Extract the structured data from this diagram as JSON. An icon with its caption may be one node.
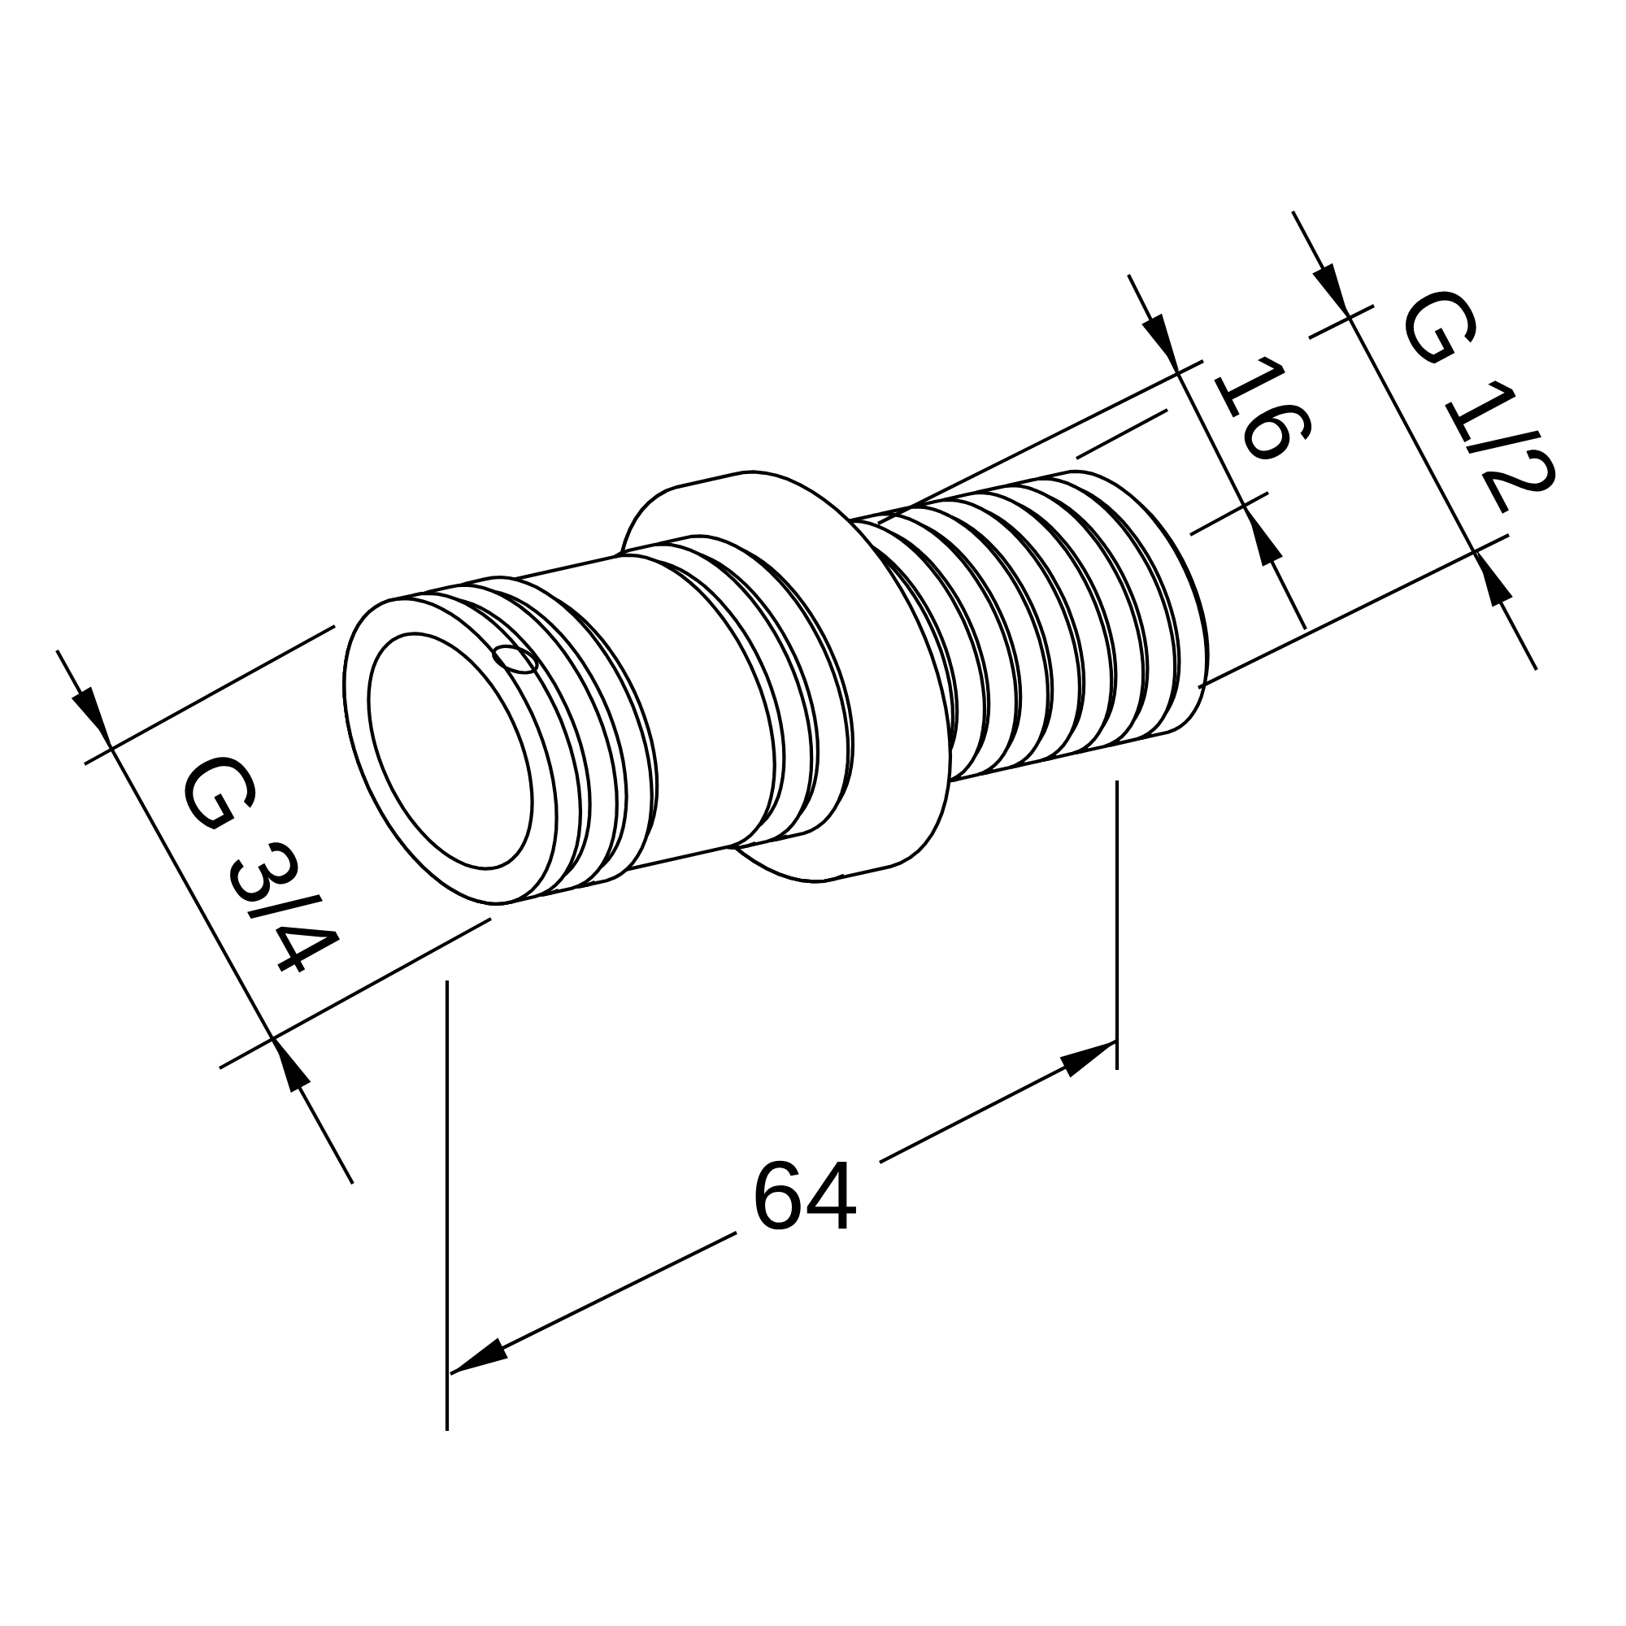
{
  "diagram": {
    "labels": [
      "G 1/2",
      "16",
      "G 3/4",
      "64"
    ]
  }
}
